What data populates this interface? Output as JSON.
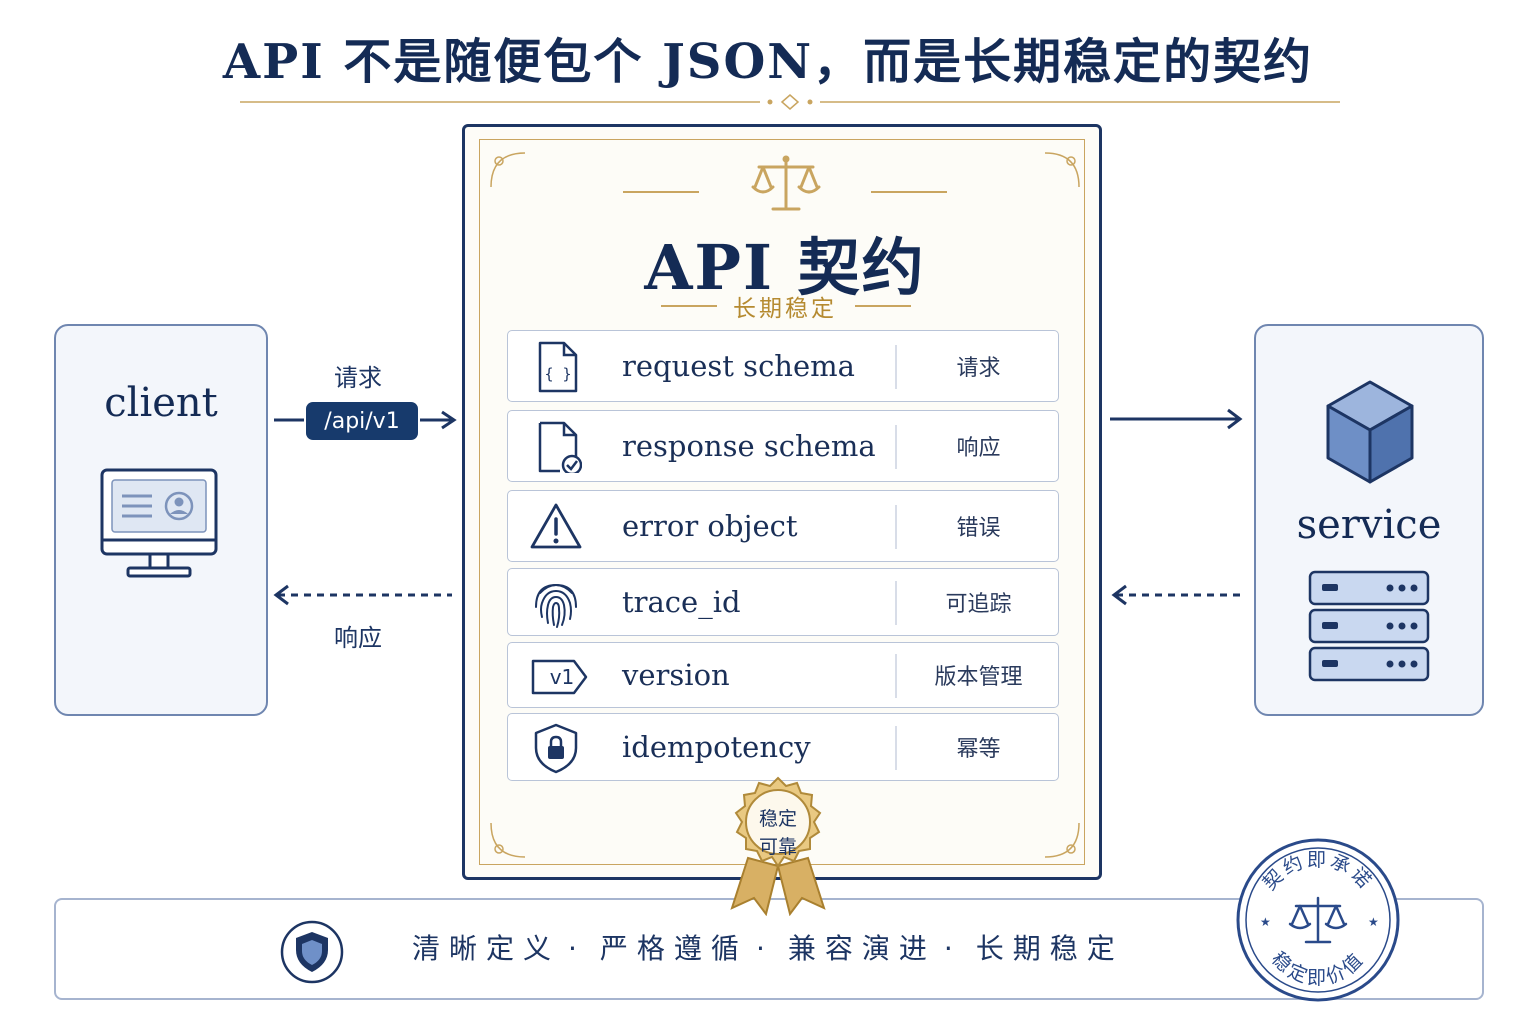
{
  "title": "API 不是随便包个 JSON，而是长期稳定的契约",
  "client": {
    "label": "client",
    "icon": "monitor-icon"
  },
  "service": {
    "label": "service",
    "icons": [
      "cube-icon",
      "server-icon"
    ]
  },
  "request_flow": {
    "label": "请求",
    "endpoint": "/api/v1"
  },
  "response_flow": {
    "label": "响应"
  },
  "contract": {
    "icon": "scales-icon",
    "title": "API 契约",
    "subtitle": "长期稳定",
    "rows": [
      {
        "icon": "json-file-icon",
        "name": "request schema",
        "cn": "请求"
      },
      {
        "icon": "file-check-icon",
        "name": "response schema",
        "cn": "响应"
      },
      {
        "icon": "warning-icon",
        "name": "error object",
        "cn": "错误"
      },
      {
        "icon": "fingerprint-icon",
        "name": "trace_id",
        "cn": "可追踪"
      },
      {
        "icon": "version-tag-icon",
        "name": "version",
        "cn": "版本管理",
        "tag": "v1"
      },
      {
        "icon": "shield-lock-icon",
        "name": "idempotency",
        "cn": "幂等"
      }
    ],
    "seal": {
      "line1": "稳定",
      "line2": "可靠"
    }
  },
  "footer": {
    "icon": "shield-check-icon",
    "items": [
      "清晰定义",
      "严格遵循",
      "兼容演进",
      "长期稳定"
    ],
    "separator": "·"
  },
  "stamp": {
    "top_text": "契约即承诺",
    "bottom_text": "稳定即价值",
    "icon": "scales-icon"
  },
  "colors": {
    "navy": "#142b55",
    "gold": "#c9a560",
    "light_blue": "#f3f6fb"
  }
}
